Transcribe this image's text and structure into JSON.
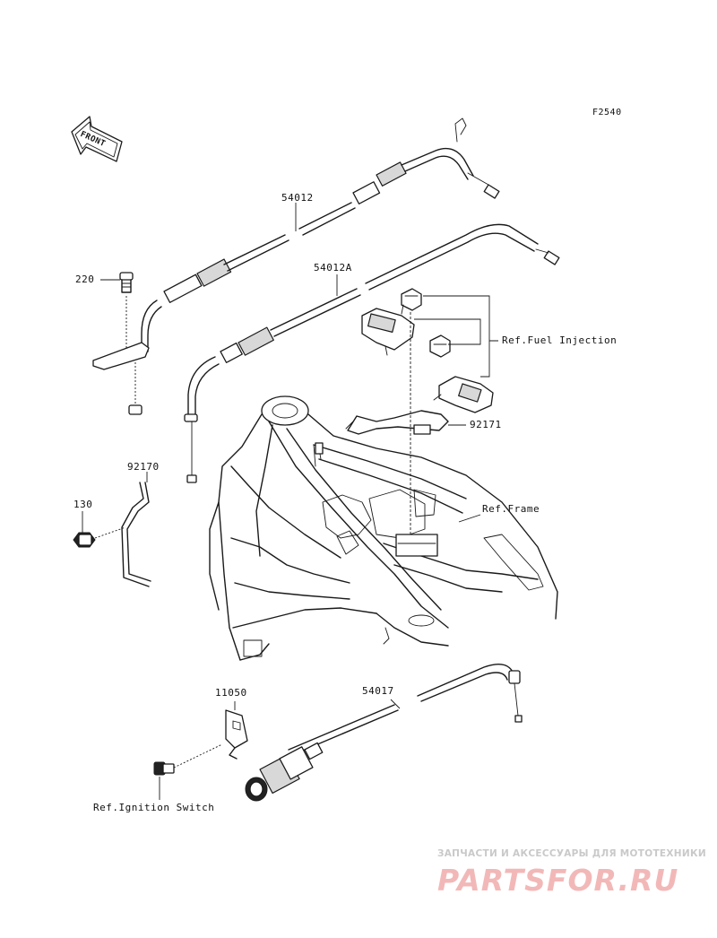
{
  "diagram": {
    "code": "F2540",
    "front_marker": "FRONT",
    "callouts": [
      {
        "part_no": "54012"
      },
      {
        "part_no": "54012A"
      },
      {
        "part_no": "220"
      },
      {
        "part_no": "92170"
      },
      {
        "part_no": "130"
      },
      {
        "part_no": "92171"
      },
      {
        "part_no": "11050"
      },
      {
        "part_no": "54017"
      }
    ],
    "references": {
      "fuel_injection": "Ref.Fuel Injection",
      "frame": "Ref.Frame",
      "ignition_switch": "Ref.Ignition Switch"
    }
  },
  "watermark": {
    "subtitle": "ЗАПЧАСТИ И АКСЕССУАРЫ ДЛЯ МОТОТЕХНИКИ",
    "logo": "PARTSFOR.RU",
    "color": "#e88a8a"
  }
}
